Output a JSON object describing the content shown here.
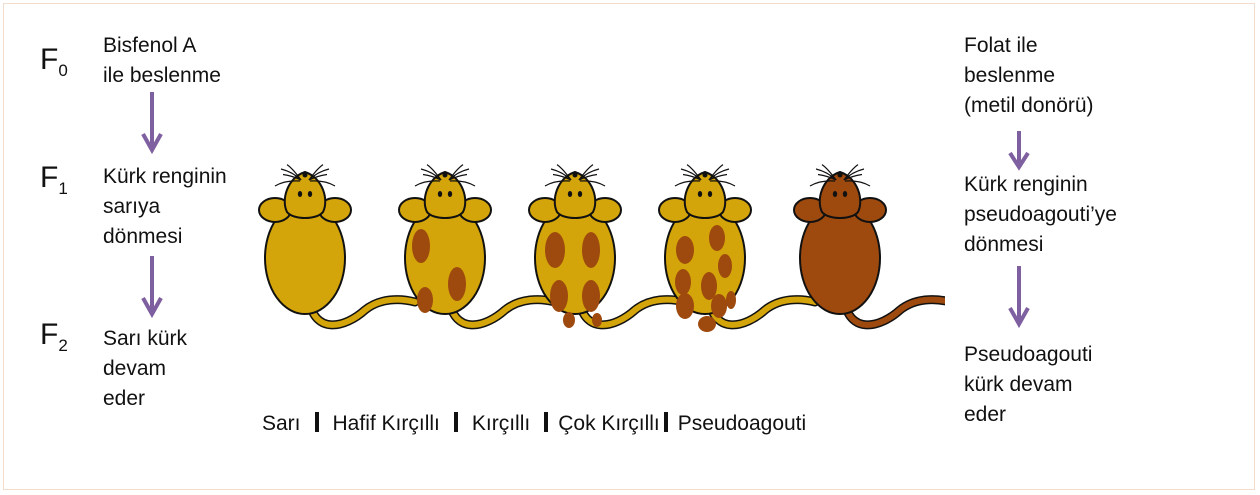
{
  "generations": {
    "f0": {
      "letter": "F",
      "sub": "0"
    },
    "f1": {
      "letter": "F",
      "sub": "1"
    },
    "f2": {
      "letter": "F",
      "sub": "2"
    }
  },
  "left": {
    "f0_text": "Bisfenol A\nile beslenme",
    "f1_text": "Kürk renginin\nsarıya\ndönmesi",
    "f2_text": "Sarı kürk\ndevam\neder"
  },
  "right": {
    "folate_text": "Folat ile\nbeslenme\n(metil donörü)",
    "change_text": "Kürk renginin\npseudoagouti’ye\ndönmesi",
    "continue_text": "Pseudoagouti\nkürk devam\neder"
  },
  "phenotypes": [
    {
      "label": "Sarı",
      "body_color": "#d4a50a",
      "spots": 0
    },
    {
      "label": "Hafif Kırçıllı",
      "body_color": "#d4a50a",
      "spots": 3
    },
    {
      "label": "Kırçıllı",
      "body_color": "#d4a50a",
      "spots": 6
    },
    {
      "label": "Çok Kırçıllı",
      "body_color": "#d4a50a",
      "spots": 9
    },
    {
      "label": "Pseudoagouti",
      "body_color": "#9e4a0e",
      "spots": 0
    }
  ],
  "colors": {
    "arrow": "#7e5fa0",
    "spot": "#9e4a0e",
    "outline": "#111111"
  }
}
